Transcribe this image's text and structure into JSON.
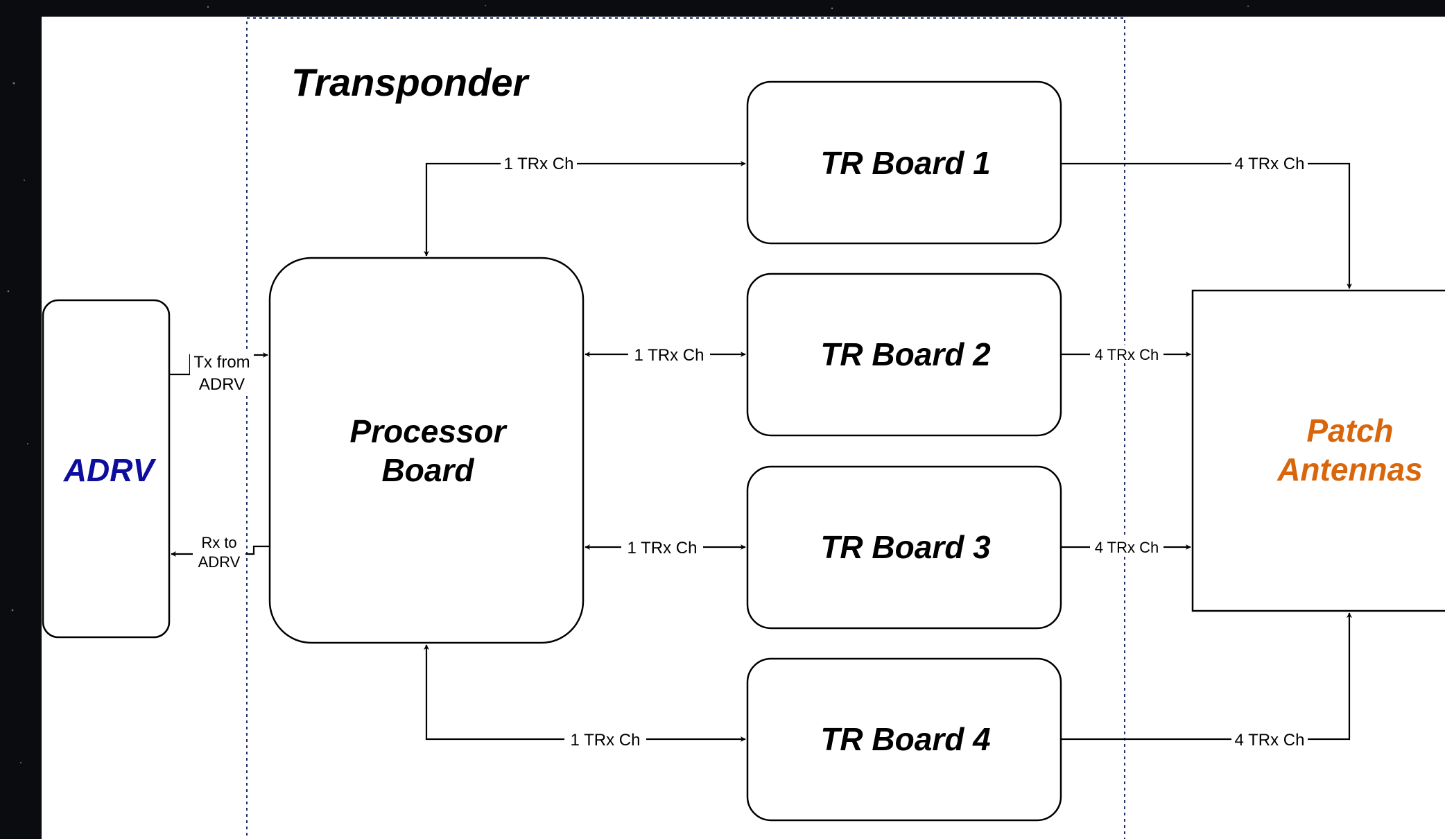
{
  "container_title": "Transponder",
  "nodes": {
    "adrv": "ADRV",
    "processor_line1": "Processor",
    "processor_line2": "Board",
    "tr1": "TR Board 1",
    "tr2": "TR Board 2",
    "tr3": "TR Board 3",
    "tr4": "TR Board 4",
    "patch_line1": "Patch",
    "patch_line2": "Antennas"
  },
  "edges": {
    "tx_line1": "Tx from",
    "tx_line2": "ADRV",
    "rx_line1": "Rx to",
    "rx_line2": "ADRV",
    "proc_tr1": "1 TRx Ch",
    "proc_tr2": "1 TRx Ch",
    "proc_tr3": "1 TRx Ch",
    "proc_tr4": "1 TRx Ch",
    "tr1_patch": "4 TRx Ch",
    "tr2_patch": "4 TRx Ch",
    "tr3_patch": "4 TRx Ch",
    "tr4_patch": "4 TRx Ch"
  },
  "colors": {
    "adrv_text": "#0d0d9e",
    "patch_text": "#d9660b",
    "boundary": "#1f2f6b",
    "background": "#0a0c10"
  }
}
